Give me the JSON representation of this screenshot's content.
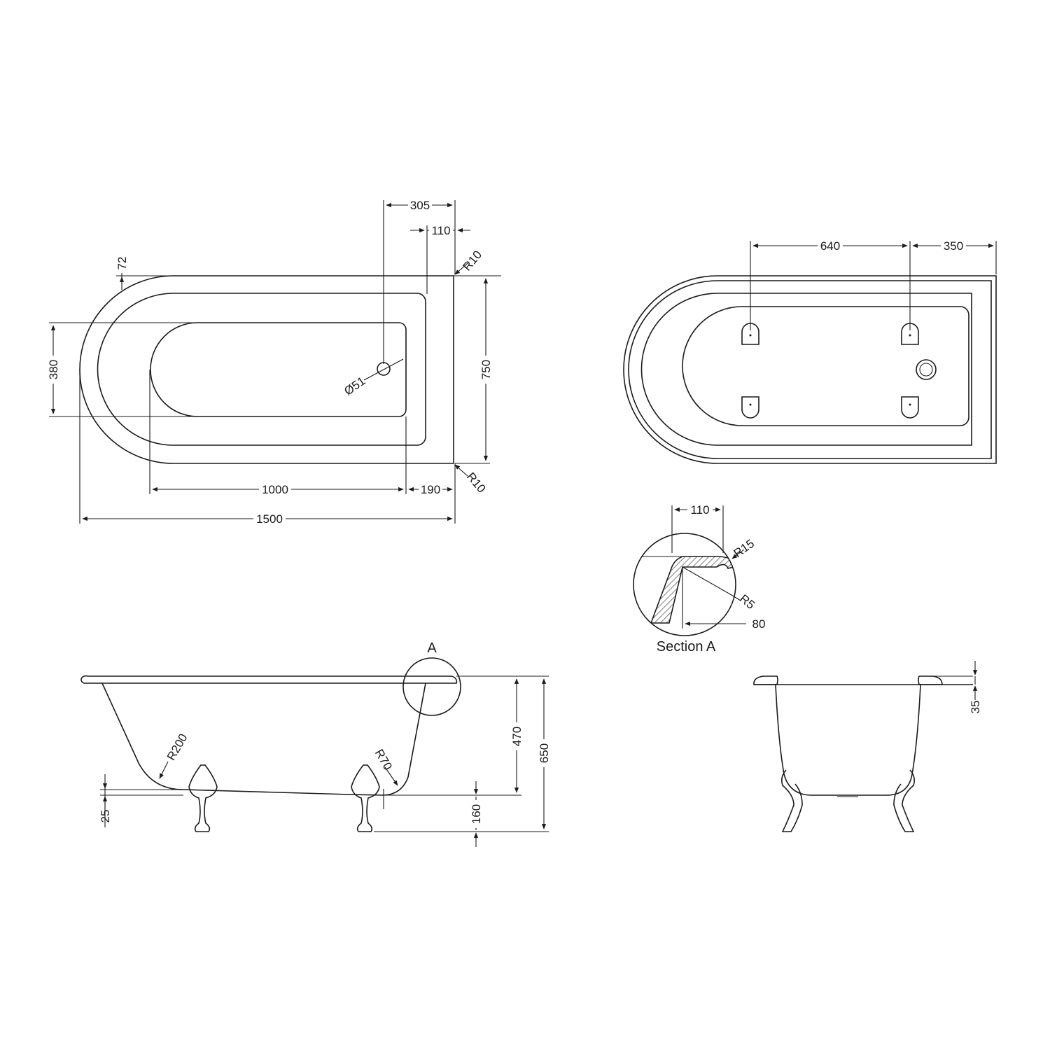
{
  "plan_view": {
    "dims": {
      "d305": "305",
      "d110": "110",
      "d72": "72",
      "r10_top": "R10",
      "d380": "380",
      "d750": "750",
      "waste": "Ø51",
      "d1000": "1000",
      "d190": "190",
      "r10_bottom": "R10",
      "d1500": "1500"
    }
  },
  "underside_view": {
    "dims": {
      "d640": "640",
      "d350": "350"
    }
  },
  "section_view": {
    "dims": {
      "d110": "110",
      "r15": "R15",
      "r5": "R5",
      "d80": "80"
    },
    "caption": "Section A"
  },
  "side_view": {
    "detail_marker": "A",
    "dims": {
      "r200": "R200",
      "r70": "R70",
      "d470": "470",
      "d650": "650",
      "d25": "25",
      "d160": "160"
    }
  },
  "end_view": {
    "dims": {
      "d35": "35"
    }
  }
}
